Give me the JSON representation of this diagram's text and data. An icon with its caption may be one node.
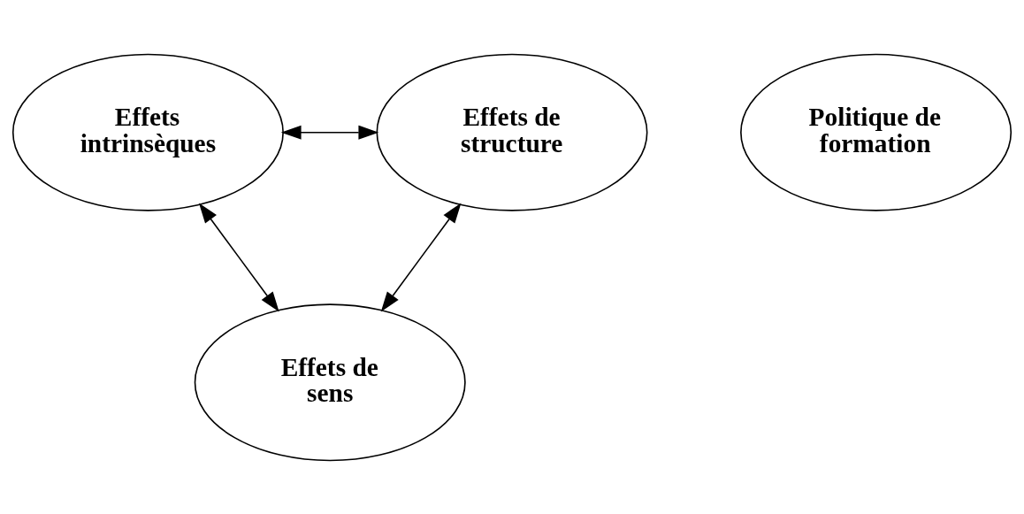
{
  "diagram": {
    "nodes": [
      {
        "text": [
          "Effets intrinsèques"
        ]
      },
      {
        "text": [
          "Effets de structure"
        ]
      },
      {
        "text": [
          "Politique de formation"
        ]
      },
      {
        "text": [
          "Effets de sens"
        ]
      }
    ],
    "edges": [
      {
        "from": 0,
        "to": 1,
        "arrow": "both"
      },
      {
        "from": 0,
        "to": 3,
        "arrow": "both"
      },
      {
        "from": 1,
        "to": 3,
        "arrow": "both"
      }
    ]
  }
}
